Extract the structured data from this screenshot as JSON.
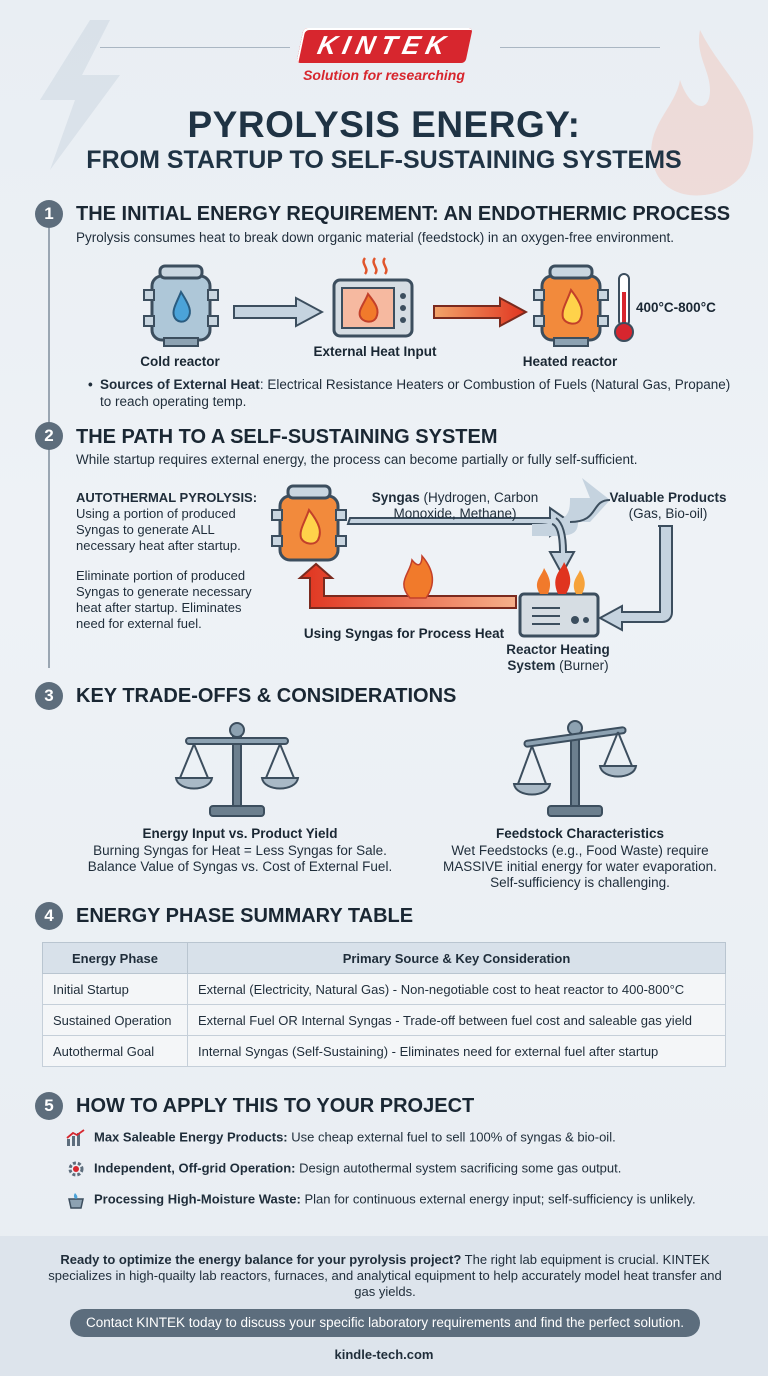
{
  "brand": {
    "logo": "KINTEK",
    "tagline": "Solution for researching"
  },
  "title": {
    "line1": "PYROLYSIS ENERGY:",
    "line2": "FROM STARTUP TO SELF-SUSTAINING SYSTEMS"
  },
  "sections": {
    "s1": {
      "num": "1",
      "title": "THE INITIAL ENERGY REQUIREMENT: AN ENDOTHERMIC PROCESS",
      "desc": "Pyrolysis consumes heat to break down organic material (feedstock) in an oxygen-free environment.",
      "cold": "Cold reactor",
      "external": "External Heat Input",
      "heated": "Heated reactor",
      "temp": "400°C-800°C",
      "bullet_bold": "Sources of External Heat",
      "bullet_text": ": Electrical Resistance Heaters or Combustion of Fuels (Natural Gas, Propane) to reach operating temp."
    },
    "s2": {
      "num": "2",
      "title": "THE PATH TO A SELF-SUSTAINING SYSTEM",
      "desc": "While startup requires external energy, the process can become partially or fully self-sufficient.",
      "auto_title": "AUTOTHERMAL PYROLYSIS:",
      "auto_text": "Using a portion of produced Syngas to generate ALL necessary heat after startup.",
      "elim_text": "Eliminate portion of produced Syngas to generate necessary heat after startup. Eliminates need for external fuel.",
      "syngas_bold": "Syngas",
      "syngas_text": " (Hydrogen, Carbon Monoxide, Methane)",
      "valuable_bold": "Valuable Products",
      "valuable_text": "(Gas, Bio-oil)",
      "process_heat": "Using Syngas for Process Heat",
      "heating_bold": "Reactor Heating System",
      "heating_text": " (Burner)"
    },
    "s3": {
      "num": "3",
      "title": "KEY TRADE-OFFS & CONSIDERATIONS",
      "left_title": "Energy Input vs. Product Yield",
      "left_text": "Burning Syngas for Heat = Less Syngas for Sale. Balance Value of Syngas vs. Cost of External Fuel.",
      "right_title": "Feedstock Characteristics",
      "right_text": "Wet Feedstocks (e.g., Food Waste) require MASSIVE initial energy for water evaporation. Self-sufficiency is challenging."
    },
    "s4": {
      "num": "4",
      "title": "ENERGY PHASE SUMMARY TABLE",
      "headers": [
        "Energy Phase",
        "Primary Source & Key Consideration"
      ],
      "rows": [
        [
          "Initial Startup",
          "External (Electricity, Natural Gas) - Non-negotiable cost to heat reactor to 400-800°C"
        ],
        [
          "Sustained Operation",
          "External Fuel OR Internal Syngas - Trade-off between fuel cost and saleable gas yield"
        ],
        [
          "Autothermal Goal",
          "Internal Syngas (Self-Sustaining) - Eliminates need for external fuel after startup"
        ]
      ]
    },
    "s5": {
      "num": "5",
      "title": "HOW TO APPLY THIS TO YOUR PROJECT",
      "items": [
        {
          "icon": "chart-icon",
          "bold": "Max Saleable Energy Products:",
          "text": " Use cheap external fuel to sell 100% of syngas & bio-oil."
        },
        {
          "icon": "gear-icon",
          "bold": "Independent, Off-grid Operation:",
          "text": " Design autothermal system sacrificing some gas output."
        },
        {
          "icon": "waste-icon",
          "bold": "Processing High-Moisture Waste:",
          "text": " Plan for continuous external energy input; self-sufficiency is unlikely."
        }
      ]
    }
  },
  "footer": {
    "bold": "Ready to optimize the energy balance for your pyrolysis project?",
    "text": " The right lab equipment is crucial. KINTEK specializes in high-quailty lab reactors, furnaces, and analytical equipment to help accurately model heat transfer and gas yields.",
    "cta": "Contact KINTEK today to discuss your specific laboratory requirements and find the perfect solution.",
    "site": "kindle-tech.com"
  }
}
